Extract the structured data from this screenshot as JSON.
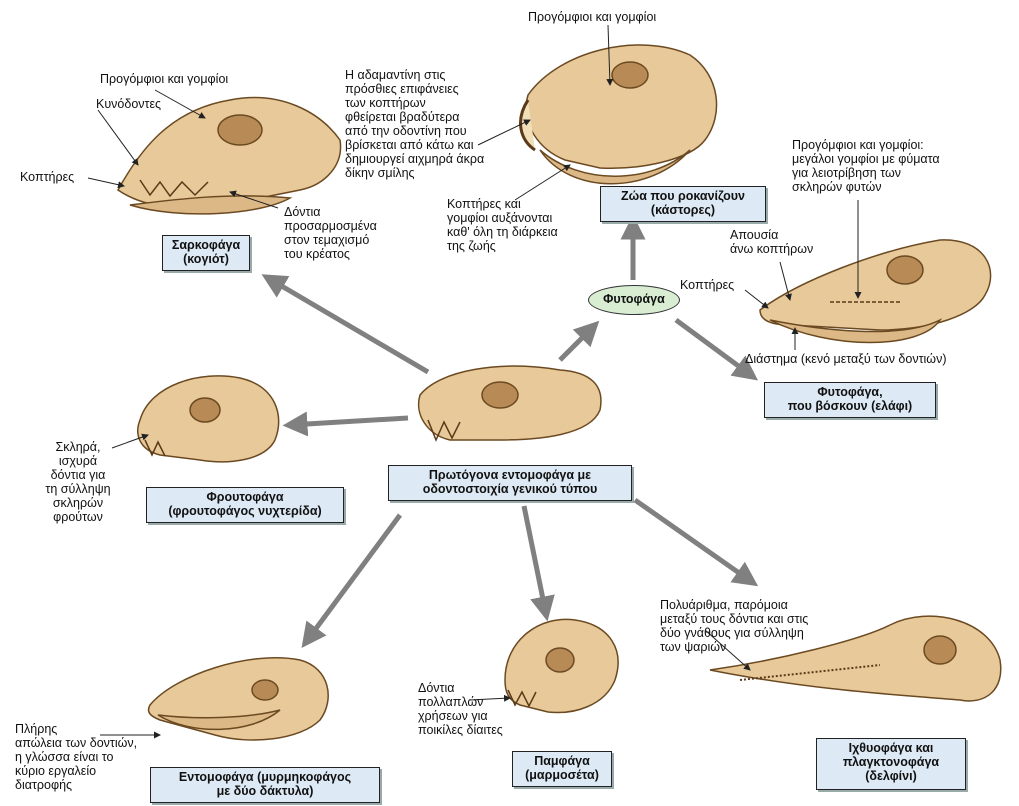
{
  "nodes": {
    "center": "Πρωτόγονα εντομοφάγα με\nοδοντοστοιχία γενικού τύπου",
    "herbivore": "Φυτοφάγα",
    "carnivore": "Σαρκοφάγα\n(κογιότ)",
    "rodent": "Ζώα που ροκανίζουν\n(κάστορες)",
    "grazer": "Φυτοφάγα,\nπου βόσκουν (ελάφι)",
    "frugivore": "Φρουτοφάγα\n(φρουτοφάγος νυχτερίδα)",
    "insectivore": "Εντομοφάγα (μυρμηκοφάγος\nμε δύο δάκτυλα)",
    "omnivore": "Παμφάγα\n(μαρμοσέτα)",
    "fish_eater": "Ιχθυοφάγα και\nπλαγκτονοφάγα\n(δελφίνι)"
  },
  "labels": {
    "carn_premolars": "Προγόμφιοι και γομφίοι",
    "carn_canines": "Κυνόδοντες",
    "carn_incisors": "Κοπτήρες",
    "carn_teeth": "Δόντια\nπροσαρμοσμένα\nστον τεμαχισμό\nτου κρέατος",
    "rod_premolars": "Προγόμφιοι και γομφίοι",
    "rod_enamel": "Η αδαμαντίνη στις\nπρόσθιες επιφάνειες\nτων κοπτήρων\nφθείρεται βραδύτερα\nαπό την οδοντίνη που\nβρίσκεται από κάτω και\nδημιουργεί αιχμηρά άκρα\nδίκην σμίλης",
    "rod_growth": "Κοπτήρες και\nγομφίοι αυξάνονται\nκαθ' όλη τη διάρκεια\nτης ζωής",
    "deer_premolars": "Προγόμφιοι και γομφίοι:\nμεγάλοι γομφίοι με φύματα\nγια λειοτρίβηση των\nσκληρών φυτών",
    "deer_absence": "Απουσία\nάνω κοπτήρων",
    "deer_incisors": "Κοπτήρες",
    "deer_diastema": "Διάστημα (κενό μεταξύ των δοντιών)",
    "fruit_teeth": "Σκληρά,\nισχυρά\nδόντια για\nτη σύλληψη\nσκληρών\nφρούτων",
    "insect_loss": "Πλήρης\nαπώλεια των δοντιών,\nη γλώσσα είναι το\nκύριο εργαλείο\nδιατροφής",
    "omni_teeth": "Δόντια\nπολλαπλών\nχρήσεων για\nποικίλες δίαιτες",
    "fish_teeth": "Πολυάριθμα, παρόμοια\nμεταξύ τους δόντια και στις\nδύο γνάθους για σύλληψη\nτων ψαριών"
  },
  "colors": {
    "bone": "#e8c99a",
    "bone_shade": "#c99e62",
    "box_fill": "#dde9f4",
    "oval_fill": "#d9edd3",
    "arrow": "#808080"
  }
}
